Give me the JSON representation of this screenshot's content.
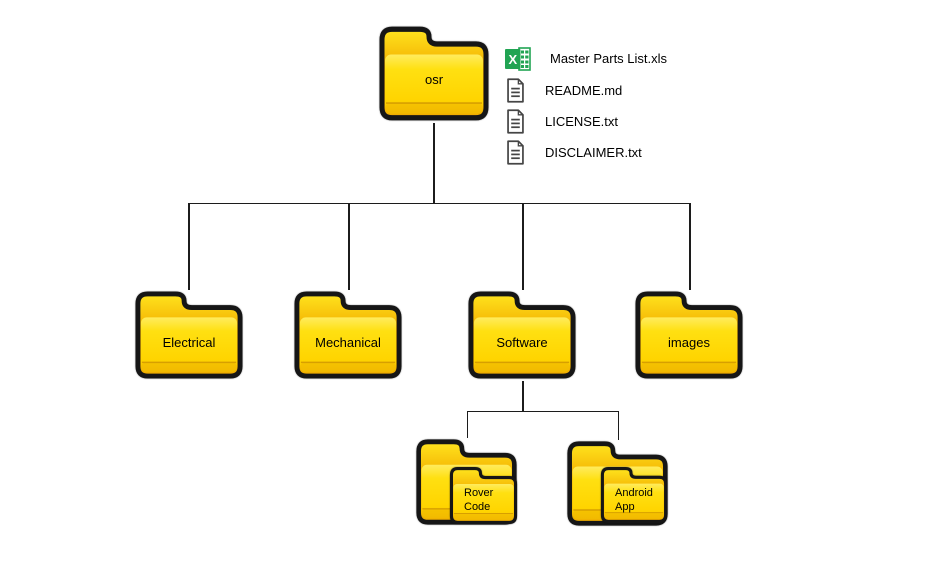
{
  "root_folder": {
    "label": "osr"
  },
  "root_files": [
    {
      "name": "Master Parts List.xls",
      "icon": "excel-file-icon"
    },
    {
      "name": "README.md",
      "icon": "text-file-icon"
    },
    {
      "name": "LICENSE.txt",
      "icon": "text-file-icon"
    },
    {
      "name": "DISCLAIMER.txt",
      "icon": "text-file-icon"
    }
  ],
  "level1_folders": [
    {
      "label": "Electrical"
    },
    {
      "label": "Mechanical"
    },
    {
      "label": "Software"
    },
    {
      "label": "images"
    }
  ],
  "software_subfolders": [
    {
      "lines": [
        "Rover",
        "Code"
      ]
    },
    {
      "lines": [
        "Android",
        "App"
      ]
    }
  ],
  "colors": {
    "background": "#ffffff",
    "folder_body_yellow": "#ffd800",
    "folder_gold": "#f3af00",
    "folder_outline": "#161616",
    "connector_line": "#1c1c1c",
    "excel_green": "#21a453",
    "document_icon_gray": "#454545",
    "label_text": "#000000"
  }
}
